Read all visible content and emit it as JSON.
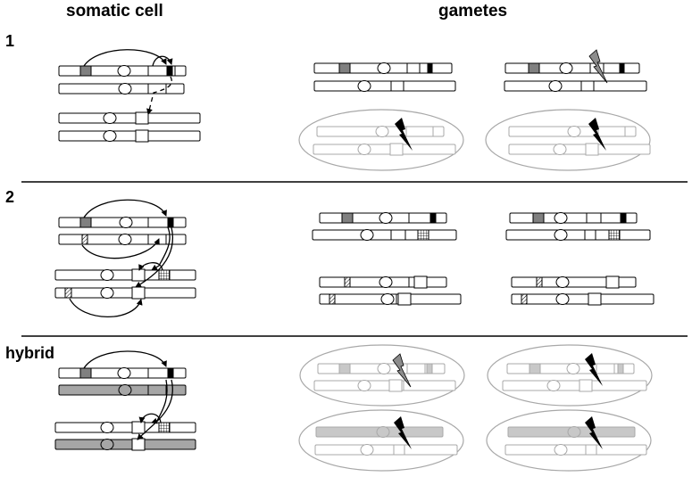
{
  "headers": {
    "somatic": "somatic cell",
    "gametes": "gametes"
  },
  "rows": [
    {
      "label": "1"
    },
    {
      "label": "2"
    },
    {
      "label": "hybrid"
    }
  ],
  "colors": {
    "line": "#000000",
    "faded": "#a8a8a8",
    "fill_dark": "#808080",
    "fill_black": "#000000",
    "chrom_gray": "#a6a6a6",
    "bolt_gray": "#8c8c8c"
  },
  "icons": {
    "nonviable_marker": "lightning-bolt-icon"
  }
}
